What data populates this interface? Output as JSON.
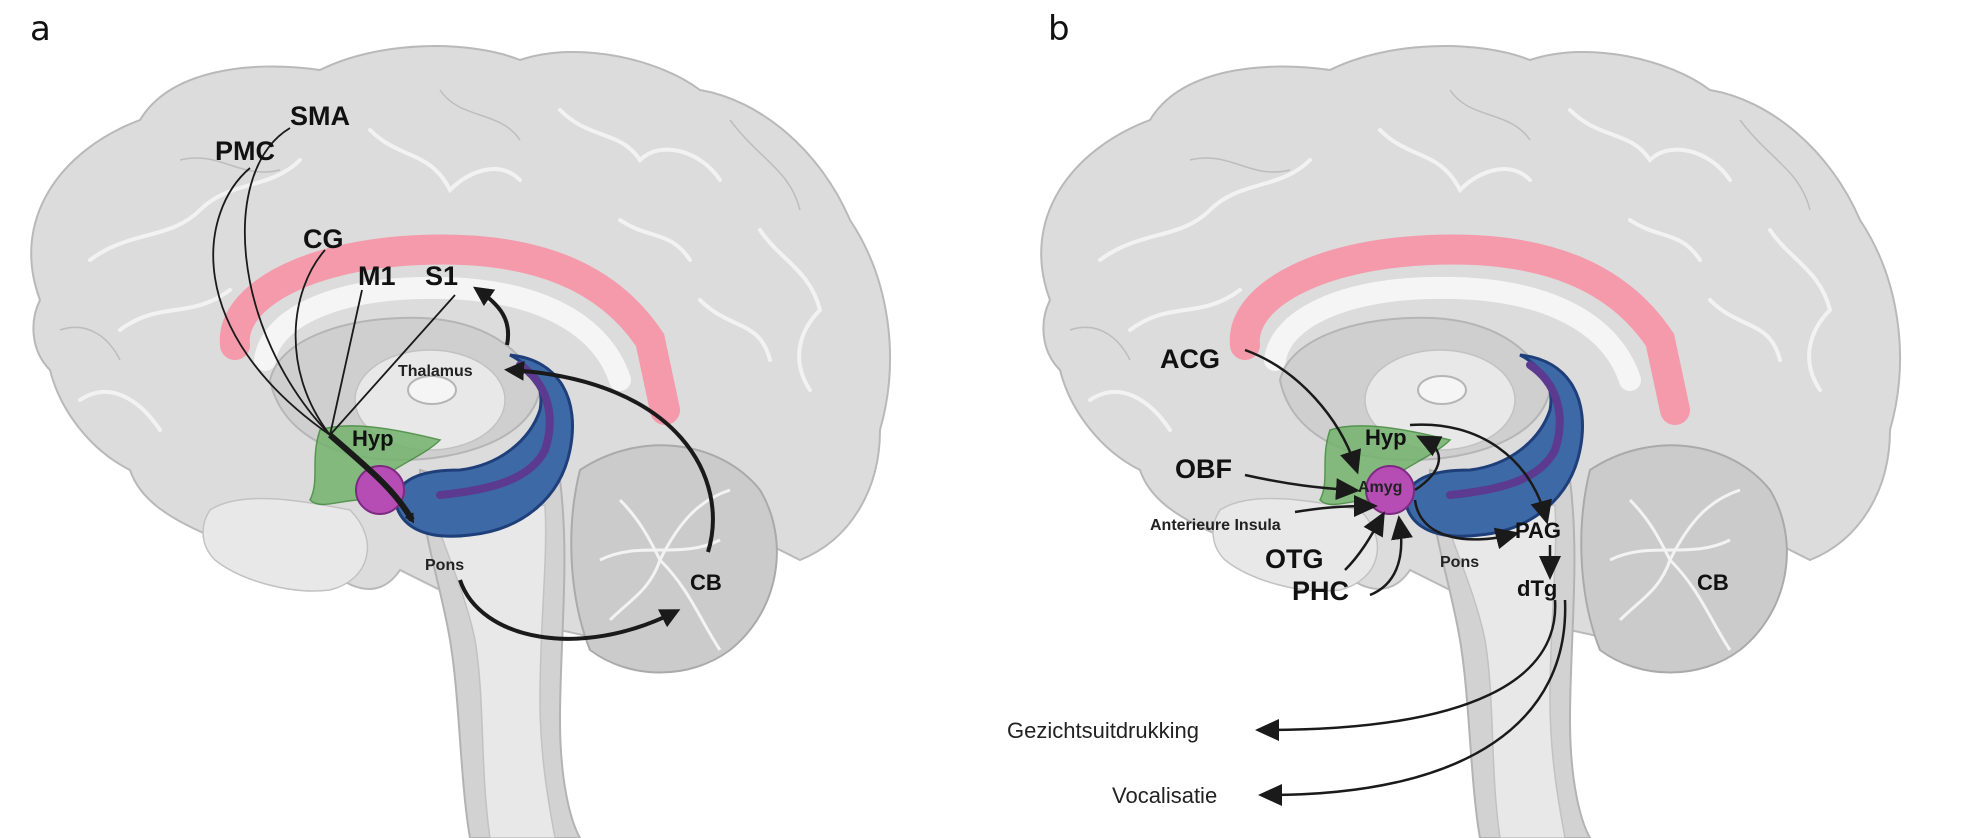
{
  "figure": {
    "panels": [
      {
        "letter": "a",
        "regions": {
          "sma": "SMA",
          "pmc": "PMC",
          "cg": "CG",
          "m1": "M1",
          "s1": "S1",
          "thalamus": "Thalamus",
          "hyp": "Hyp",
          "pons": "Pons",
          "cb": "CB"
        }
      },
      {
        "letter": "b",
        "regions": {
          "acg": "ACG",
          "obf": "OBF",
          "anterior_insula": "Anterieure Insula",
          "otg": "OTG",
          "phc": "PHC",
          "hyp": "Hyp",
          "amyg": "Amyg",
          "pag": "PAG",
          "dtg": "dTg",
          "pons": "Pons",
          "cb": "CB"
        },
        "outputs": {
          "facial_expression": "Gezichtsuitdrukking",
          "vocalization": "Vocalisatie"
        }
      }
    ],
    "colors": {
      "cingulate": "#f49aab",
      "hypothalamus": "#74b36c",
      "amygdala": "#b64db5",
      "hippocampus": "#3d6aa6",
      "fornix": "#5b3a8f",
      "brain_gray": "#dcdcdc",
      "arrow": "#1a1a1a"
    }
  }
}
